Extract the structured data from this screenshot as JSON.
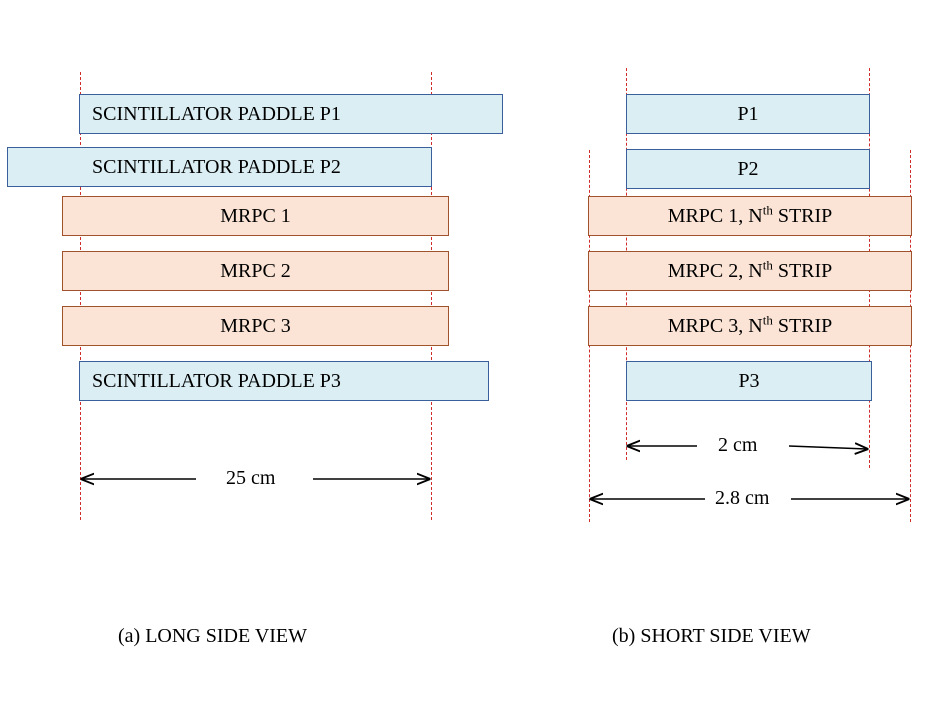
{
  "long_view": {
    "p1_label": "SCINTILLATOR PADDLE P1",
    "p2_label": "SCINTILLATOR PADDLE P2",
    "mrpc1_label": "MRPC 1",
    "mrpc2_label": "MRPC 2",
    "mrpc3_label": "MRPC 3",
    "p3_label": "SCINTILLATOR PADDLE P3",
    "width_label": "25 cm",
    "caption": "(a) LONG SIDE VIEW"
  },
  "short_view": {
    "p1_label": "P1",
    "p2_label": "P2",
    "mrpc_strip_suffix": "th",
    "mrpc1_prefix": "MRPC 1, N",
    "mrpc2_prefix": "MRPC 2, N",
    "mrpc3_prefix": "MRPC 3, N",
    "strip_word": " STRIP",
    "p3_label": "P3",
    "paddle_width_label": "2 cm",
    "mrpc_width_label": "2.8 cm",
    "caption": "(b) SHORT SIDE VIEW"
  },
  "colors": {
    "scintillator_fill": "#daeef3",
    "scintillator_border": "#3a5f9a",
    "mrpc_fill": "#fbe4d5",
    "mrpc_border": "#a0522d",
    "guide_line": "#d22b2b"
  }
}
